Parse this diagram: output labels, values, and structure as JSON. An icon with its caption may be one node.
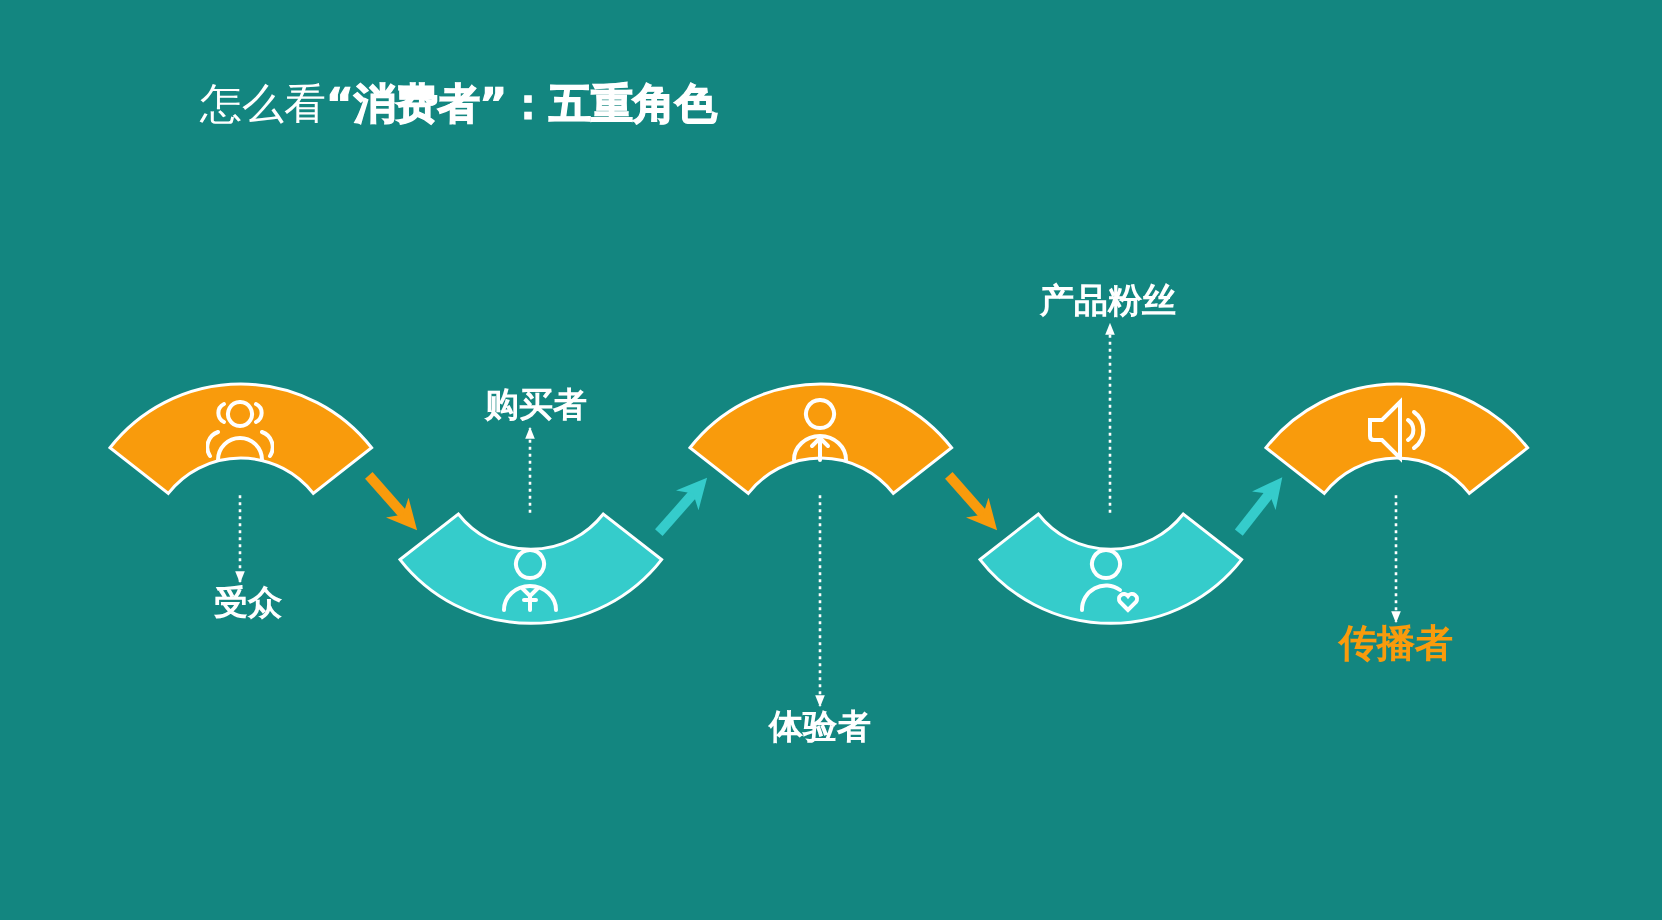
{
  "diagram": {
    "title": "怎么看**“消费者”：五重角色**",
    "nodes": [
      {
        "text": [],
        "shape": "arc"
      },
      {
        "text": [],
        "shape": "arc"
      },
      {
        "text": [],
        "shape": "arc"
      },
      {
        "text": [],
        "shape": "arc"
      },
      {
        "text": [],
        "shape": "arc"
      },
      {
        "text": [
          "受众"
        ]
      },
      {
        "text": [
          "购买者"
        ]
      },
      {
        "text": [
          "体验者"
        ]
      },
      {
        "text": [
          "产品粉丝"
        ]
      },
      {
        "text": [
          "传播者"
        ]
      }
    ],
    "edges": [
      {
        "from": 0,
        "to": 5,
        "arrow": "to",
        "style": "dashed"
      },
      {
        "from": 1,
        "to": 6,
        "arrow": "to",
        "style": "dashed"
      },
      {
        "from": 2,
        "to": 7,
        "arrow": "to",
        "style": "dashed"
      },
      {
        "from": 3,
        "to": 8,
        "arrow": "to",
        "style": "dashed"
      },
      {
        "from": 4,
        "to": 9,
        "arrow": "to",
        "style": "dashed"
      },
      {
        "from": 0,
        "to": 1,
        "arrow": "to",
        "style": "thick",
        "color": "#f99b0c"
      },
      {
        "from": 1,
        "to": 2,
        "arrow": "to",
        "style": "thick",
        "color": "#35cccb"
      },
      {
        "from": 2,
        "to": 3,
        "arrow": "to",
        "style": "thick",
        "color": "#f99b0c"
      },
      {
        "from": 3,
        "to": 4,
        "arrow": "to",
        "style": "thick",
        "color": "#35cccb"
      }
    ]
  }
}
